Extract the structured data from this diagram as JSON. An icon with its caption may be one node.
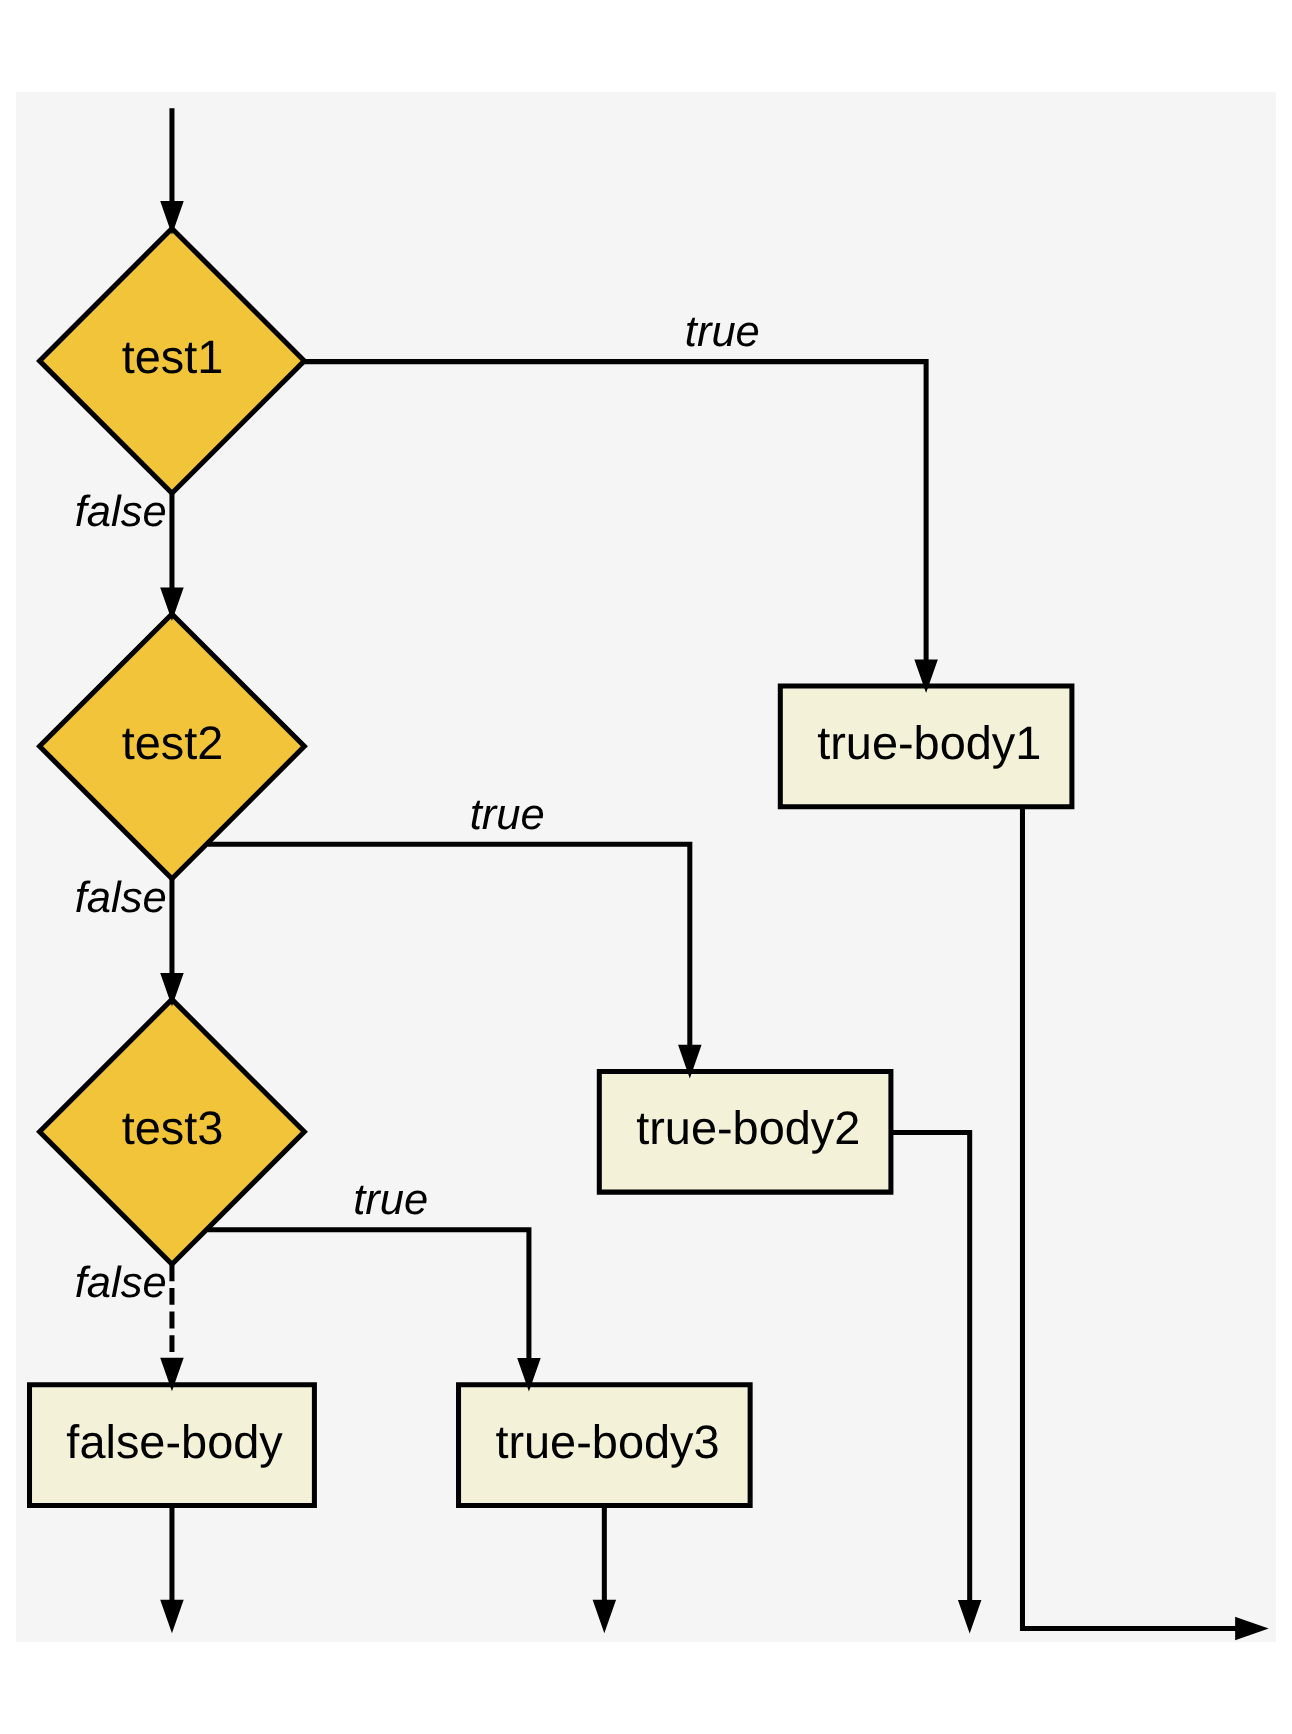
{
  "diagram": {
    "nodes": [
      {
        "text": [
          "test1"
        ]
      },
      {
        "text": [
          "test2"
        ]
      },
      {
        "text": [
          "true-body1"
        ]
      },
      {
        "text": [
          "test3"
        ]
      },
      {
        "text": [
          "true-body2"
        ]
      },
      {
        "text": [
          "false-body"
        ]
      },
      {
        "text": [
          "true-body3"
        ]
      }
    ],
    "edges": [
      {
        "from": null,
        "to": 0,
        "arrow": "to"
      },
      {
        "from": 0,
        "to": 2,
        "label": "true",
        "arrow": "to"
      },
      {
        "from": 0,
        "to": 1,
        "label": "false",
        "arrow": "to"
      },
      {
        "from": 1,
        "to": 4,
        "label": "true",
        "arrow": "to"
      },
      {
        "from": 1,
        "to": 3,
        "label": "false",
        "arrow": "to"
      },
      {
        "from": 3,
        "to": 6,
        "label": "true",
        "arrow": "to"
      },
      {
        "from": 3,
        "to": 5,
        "label": "false",
        "arrow": "to",
        "style": "dashed"
      },
      {
        "from": 2,
        "to": null,
        "arrow": "to"
      },
      {
        "from": 4,
        "to": null,
        "arrow": "to"
      },
      {
        "from": 6,
        "to": null,
        "arrow": "to"
      },
      {
        "from": 5,
        "to": null,
        "arrow": "to"
      }
    ]
  }
}
